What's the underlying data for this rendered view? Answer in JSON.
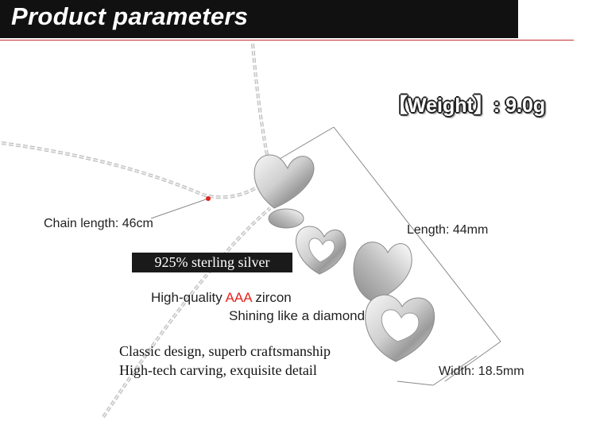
{
  "header": {
    "title": "Product parameters"
  },
  "specs": {
    "weight": "【Weight】: 9.0g",
    "chain_length": "Chain length: 46cm",
    "length": "Length: 44mm",
    "width": "Width:  18.5mm"
  },
  "badge": "925% sterling silver",
  "features": {
    "zircon_prefix": "High-quality ",
    "zircon_highlight": "AAA",
    "zircon_suffix": " zircon",
    "shine": "Shining like a diamond",
    "design": "Classic design, superb craftsmanship",
    "carving": "High-tech carving, exquisite detail"
  },
  "colors": {
    "title_bar": "#111111",
    "accent_red": "#e3231e",
    "rule": "#c0302a"
  },
  "icons": [
    "heart-pendant-icon",
    "chain-icon"
  ]
}
